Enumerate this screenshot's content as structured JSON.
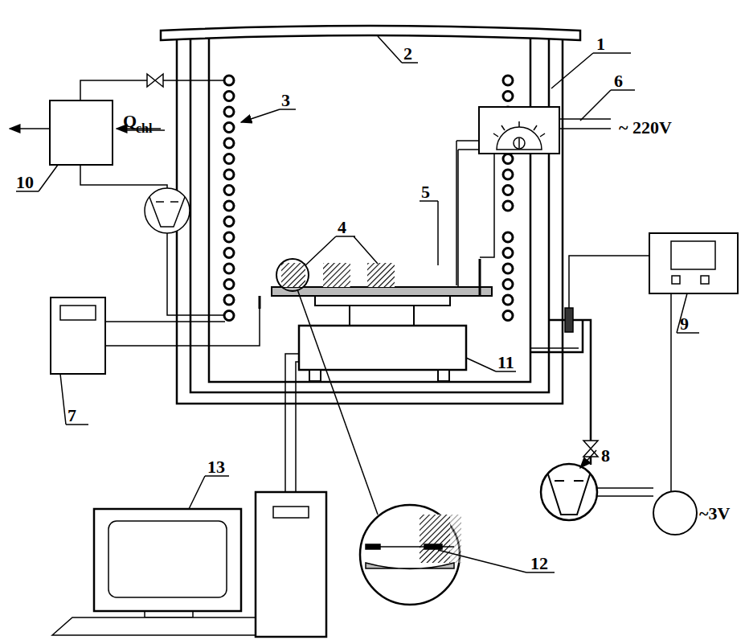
{
  "diagram": {
    "labels": [
      "1",
      "2",
      "3",
      "4",
      "5",
      "6",
      "7",
      "8",
      "9",
      "10",
      "11",
      "12",
      "13",
      "Q",
      "chl",
      "~ 220V",
      "~3V"
    ]
  }
}
